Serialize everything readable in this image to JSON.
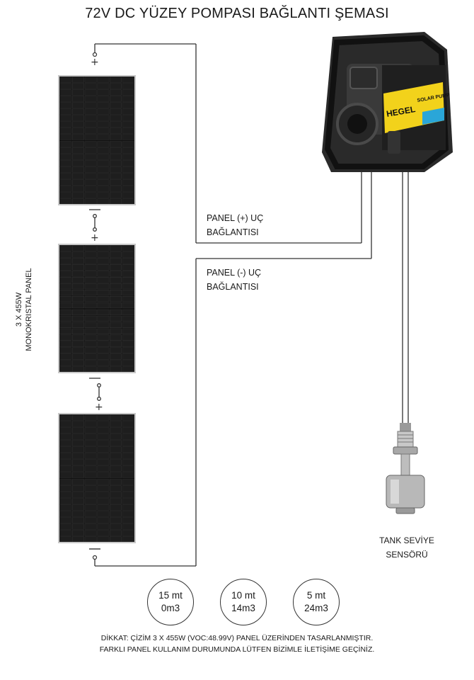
{
  "title": "72V DC YÜZEY POMPASI BAĞLANTI ŞEMASI",
  "panels_label": [
    "3 X 455W",
    "MONOKRISTAL PANEL"
  ],
  "positive_label": [
    "PANEL (+) UÇ",
    "BAĞLANTISI"
  ],
  "negative_label": [
    "PANEL (-) UÇ",
    "BAĞLANTISI"
  ],
  "sensor_label": [
    "TANK SEVİYE",
    "SENSÖRÜ"
  ],
  "pump": {
    "brand": "HEGEL",
    "model": "SOLAR PUMP"
  },
  "performance": [
    {
      "height": "15 mt",
      "flow": "0m3"
    },
    {
      "height": "10 mt",
      "flow": "14m3"
    },
    {
      "height": "5 mt",
      "flow": "24m3"
    }
  ],
  "note": [
    "DİKKAT: ÇİZİM 3 X 455W (VOC:48.99V) PANEL ÜZERİNDEN TASARLANMIŞTIR.",
    "FARKLI PANEL KULLANIM DURUMUNDA LÜTFEN BİZİMLE İLETİŞİME GEÇİNİZ."
  ],
  "colors": {
    "panel_cell": "#1e1e1e",
    "panel_frame": "#c9c9c9",
    "pump_yellow": "#f2d21b",
    "pump_frame": "#1a1a1a",
    "wire": "#333333"
  }
}
